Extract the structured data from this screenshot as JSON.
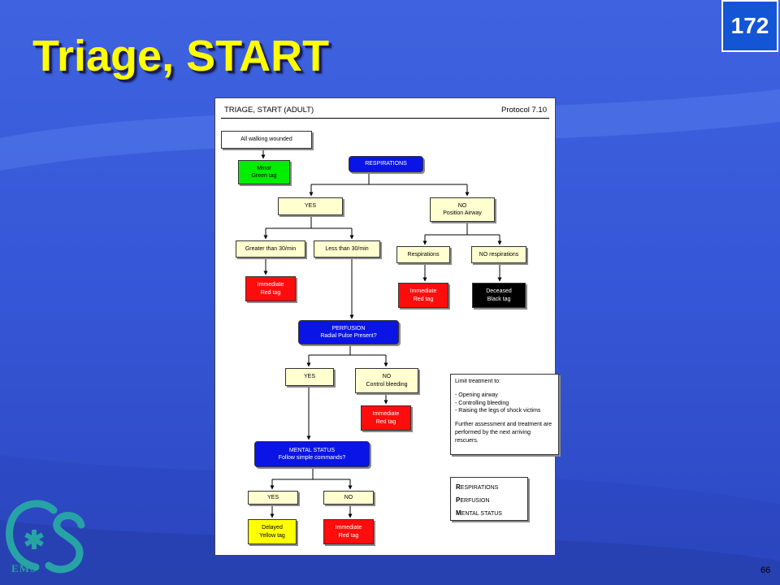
{
  "slide": {
    "title": "Triage, START",
    "page_badge": "172",
    "slide_number": "66",
    "logo_text": "EMS"
  },
  "protocol": {
    "header_left": "TRIAGE, START (ADULT)",
    "header_right": "Protocol 7.10",
    "nodes": {
      "walking": "All walking wounded",
      "minor": "Minor\nGreen tag",
      "respirations": "RESPIRATIONS",
      "resp_yes": "YES",
      "resp_no": "NO\nPosition Airway",
      "greater30": "Greater than 30/min",
      "less30": "Less than 30/min",
      "respirations_after": "Respirations",
      "no_respirations": "NO respirations",
      "immediate_1": "Immediate\nRed tag",
      "immediate_2": "Immediate\nRed tag",
      "deceased": "Deceased\nBlack tag",
      "perfusion": "PERFUSION\nRadial Pulse Present?",
      "perf_yes": "YES",
      "perf_no": "NO\nControl bleeding",
      "immediate_3": "Immediate\nRed tag",
      "mental": "MENTAL STATUS\nFollow simple commands?",
      "mental_yes": "YES",
      "mental_no": "NO",
      "delayed": "Delayed\nYellow tag",
      "immediate_4": "Immediate\nRed tag"
    },
    "limit_box": {
      "heading": "Limit treatment to:",
      "items": [
        "- Opening airway",
        "- Controlling bleeding",
        "- Raising the legs of shock victims"
      ],
      "footer": "Further assessment and treatment are performed by the next arriving rescuers."
    },
    "mnemonic": [
      {
        "letter": "R",
        "rest": "ESPIRATIONS"
      },
      {
        "letter": "P",
        "rest": "ERFUSION"
      },
      {
        "letter": "M",
        "rest": "ENTAL STATUS"
      }
    ]
  },
  "colors": {
    "background": "#3556d6",
    "title": "#ffff00",
    "blue_box": "#0a14e6",
    "red_tag": "#ff0d0d",
    "green_tag": "#00ee00",
    "yellow_tag": "#ffff00",
    "black_tag": "#000000",
    "question_box": "#ffffd0"
  }
}
